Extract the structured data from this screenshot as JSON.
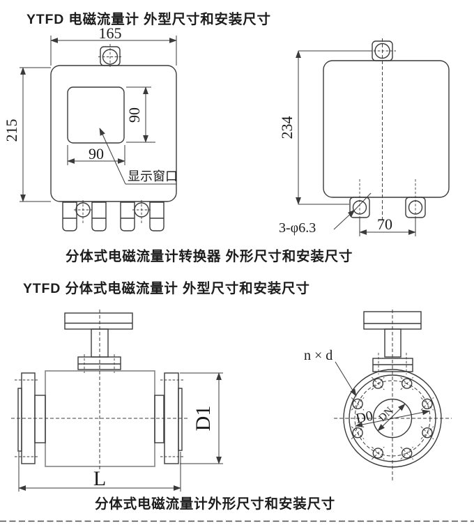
{
  "document": {
    "top_title": "YTFD 电磁流量计 外型尺寸和安装尺寸",
    "converter_caption": "分体式电磁流量计转换器 外形尺寸和安装尺寸",
    "bottom_title": "YTFD 分体式电磁流量计 外型尺寸和安装尺寸",
    "flowmeter_caption": "分体式电磁流量计外形尺寸和安装尺寸"
  },
  "converter_front_view": {
    "overall_width": "165",
    "overall_height": "215",
    "window_width": "90",
    "window_height": "90",
    "window_label": "显示窗口"
  },
  "converter_side_view": {
    "overall_height": "234",
    "mounting_holes": "3-φ6.3",
    "hole_spacing": "70"
  },
  "flowmeter_side_view": {
    "length": "L",
    "flange_diameter": "D1"
  },
  "flowmeter_end_view": {
    "bolt_holes": "n × d",
    "bolt_circle_diameter": "D0",
    "nominal_diameter": "DN"
  },
  "colors": {
    "line": "#3a3a3a",
    "body_line": "#8a8a8a",
    "text": "#1a1a1a",
    "background": "#ffffff"
  }
}
